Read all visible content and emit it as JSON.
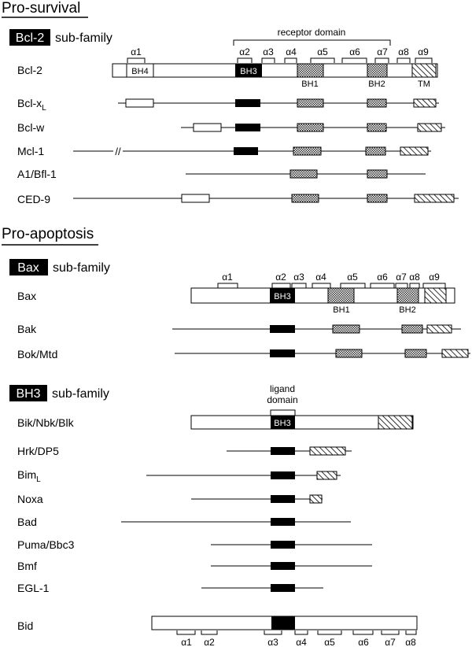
{
  "colors": {
    "ink": "#000000",
    "background": "#ffffff",
    "bh3_fill": "#000000"
  },
  "pro_survival": {
    "heading": "Pro-survival",
    "subfamily": {
      "badge": "Bcl-2",
      "suffix": "sub-family"
    },
    "receptor_domain_label": "receptor domain",
    "helices": [
      "α1",
      "α2",
      "α3",
      "α4",
      "α5",
      "α6",
      "α7",
      "α8",
      "α9"
    ],
    "domain_labels": {
      "bh4": "BH4",
      "bh3": "BH3",
      "bh1": "BH1",
      "bh2": "BH2",
      "tm": "TM"
    },
    "proteins": [
      {
        "name": "Bcl-2"
      },
      {
        "name": "Bcl-x",
        "sub": "L"
      },
      {
        "name": "Bcl-w"
      },
      {
        "name": "Mcl-1",
        "break_mark": "//"
      },
      {
        "name": "A1/Bfl-1"
      },
      {
        "name": "CED-9"
      }
    ]
  },
  "pro_apoptosis": {
    "heading": "Pro-apoptosis",
    "bax_subfamily": {
      "badge": "Bax",
      "suffix": "sub-family",
      "helices": [
        "α1",
        "α2",
        "α3",
        "α4",
        "α5",
        "α6",
        "α7",
        "α8",
        "α9"
      ],
      "domain_labels": {
        "bh3": "BH3",
        "bh1": "BH1",
        "bh2": "BH2"
      },
      "proteins": [
        {
          "name": "Bax"
        },
        {
          "name": "Bak"
        },
        {
          "name": "Bok/Mtd"
        }
      ]
    },
    "bh3_subfamily": {
      "badge": "BH3",
      "suffix": "sub-family",
      "ligand_label_line1": "ligand",
      "ligand_label_line2": "domain",
      "domain_labels": {
        "bh3": "BH3"
      },
      "proteins": [
        {
          "name": "Bik/Nbk/Blk"
        },
        {
          "name": "Hrk/DP5"
        },
        {
          "name": "Bim",
          "sub": "L"
        },
        {
          "name": "Noxa"
        },
        {
          "name": "Bad"
        },
        {
          "name": "Puma/Bbc3"
        },
        {
          "name": "Bmf"
        },
        {
          "name": "EGL-1"
        },
        {
          "name": "Bid"
        }
      ],
      "bid_helices": [
        "α1",
        "α2",
        "α3",
        "α4",
        "α5",
        "α6",
        "α7",
        "α8"
      ]
    }
  }
}
